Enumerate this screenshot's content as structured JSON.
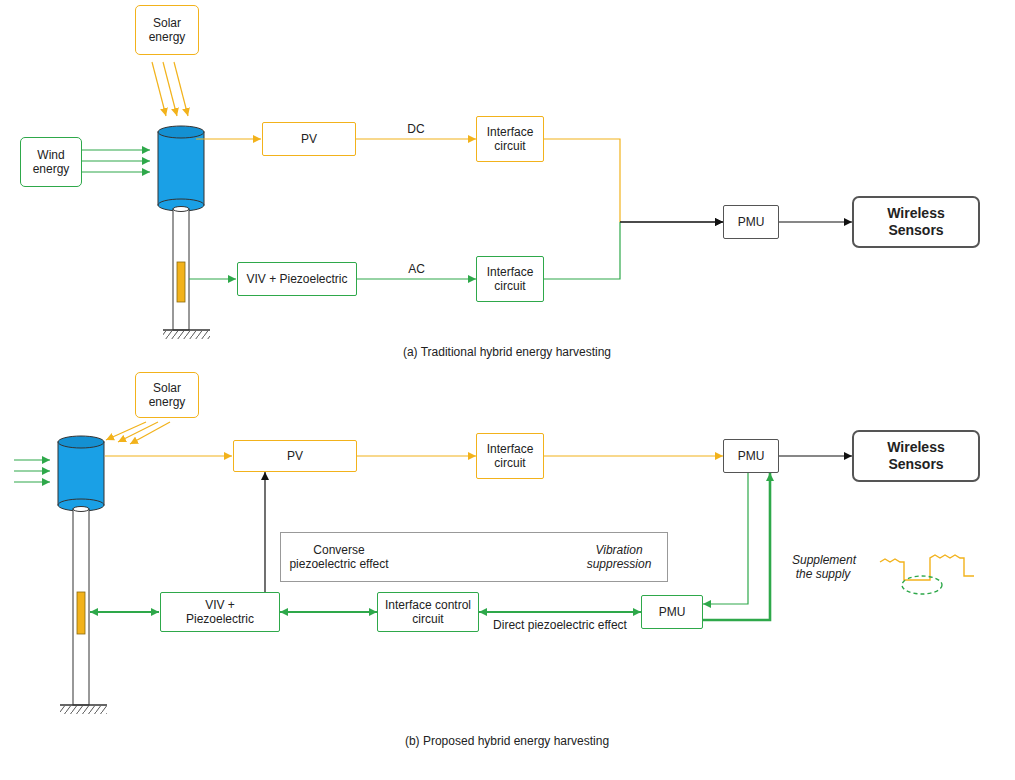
{
  "diagram": {
    "nodes": [
      {
        "text": [
          "Solar energy"
        ]
      },
      {
        "text": [
          "Wind energy"
        ]
      },
      {
        "text": [
          "PV"
        ]
      },
      {
        "text": [
          "Interface circuit"
        ]
      },
      {
        "text": [
          "VIV + Piezoelectric"
        ]
      },
      {
        "text": [
          "Interface circuit"
        ]
      },
      {
        "text": [
          "PMU"
        ]
      },
      {
        "text": [
          "Wireless Sensors"
        ]
      },
      {
        "text": [
          "Solar energy"
        ]
      },
      {
        "text": [
          "PV"
        ]
      },
      {
        "text": [
          "Interface circuit"
        ]
      },
      {
        "text": [
          "PMU"
        ]
      },
      {
        "text": [
          "Wireless Sensors"
        ]
      },
      {
        "text": [
          "Converse piezoelectric effect",
          "Vibration suppression"
        ]
      },
      {
        "text": [
          "VIV + Piezoelectric"
        ]
      },
      {
        "text": [
          "Interface control circuit"
        ]
      },
      {
        "text": [
          "PMU"
        ]
      }
    ],
    "edges": [
      {
        "from": 2,
        "to": 3,
        "label": "DC",
        "arrow": "to"
      },
      {
        "from": 4,
        "to": 5,
        "label": "AC",
        "arrow": "to"
      },
      {
        "from": 3,
        "to": 6,
        "arrow": "to"
      },
      {
        "from": 5,
        "to": 6,
        "arrow": "to"
      },
      {
        "from": 6,
        "to": 7,
        "arrow": "to"
      },
      {
        "from": 9,
        "to": 10,
        "arrow": "to"
      },
      {
        "from": 10,
        "to": 11,
        "arrow": "to"
      },
      {
        "from": 11,
        "to": 12,
        "arrow": "to"
      },
      {
        "from": 14,
        "to": 9,
        "arrow": "to"
      },
      {
        "from": 14,
        "to": 15,
        "arrow": "both"
      },
      {
        "from": 15,
        "to": 16,
        "label": "Direct piezoelectric effect",
        "arrow": "both"
      },
      {
        "from": 11,
        "to": 16,
        "arrow": "to"
      },
      {
        "from": 16,
        "to": 11,
        "arrow": "to"
      }
    ],
    "labels": [
      "(a) Traditional hybrid energy harvesting",
      "(b) Proposed hybrid energy harvesting",
      "Supplement the supply"
    ]
  }
}
